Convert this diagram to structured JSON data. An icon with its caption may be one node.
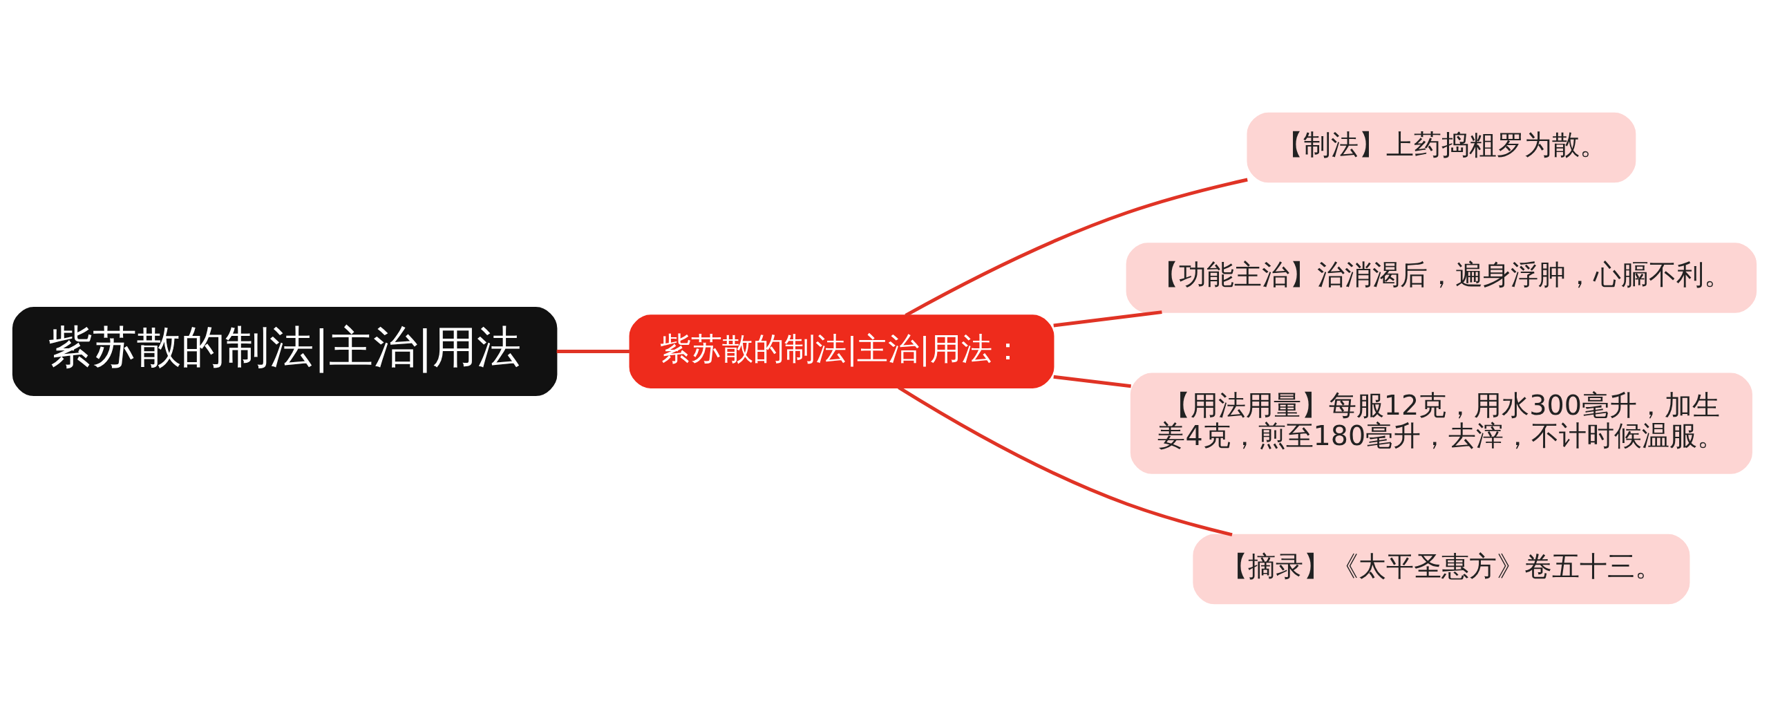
{
  "diagram": {
    "nodes": [
      {
        "text": [
          "紫苏散的制法|主治|用法"
        ]
      },
      {
        "text": [
          "紫苏散的制法|主治|用法："
        ]
      },
      {
        "text": [
          "【制法】上药捣粗罗为散。"
        ]
      },
      {
        "text": [
          "【功能主治】治消渴后，遍身浮肿，心膈不利。"
        ]
      },
      {
        "text": [
          "【用法用量】每服12克，用水300毫升，加生姜4克，煎至180毫升，去滓，不计时候温服。"
        ]
      },
      {
        "text": [
          "【摘录】《太平圣惠方》卷五十三。"
        ]
      }
    ],
    "edges": [
      {
        "from": 0,
        "to": 1,
        "arrow": "none"
      },
      {
        "from": 1,
        "to": 2,
        "arrow": "none"
      },
      {
        "from": 1,
        "to": 3,
        "arrow": "none"
      },
      {
        "from": 1,
        "to": 4,
        "arrow": "none"
      },
      {
        "from": 1,
        "to": 5,
        "arrow": "none"
      }
    ]
  }
}
